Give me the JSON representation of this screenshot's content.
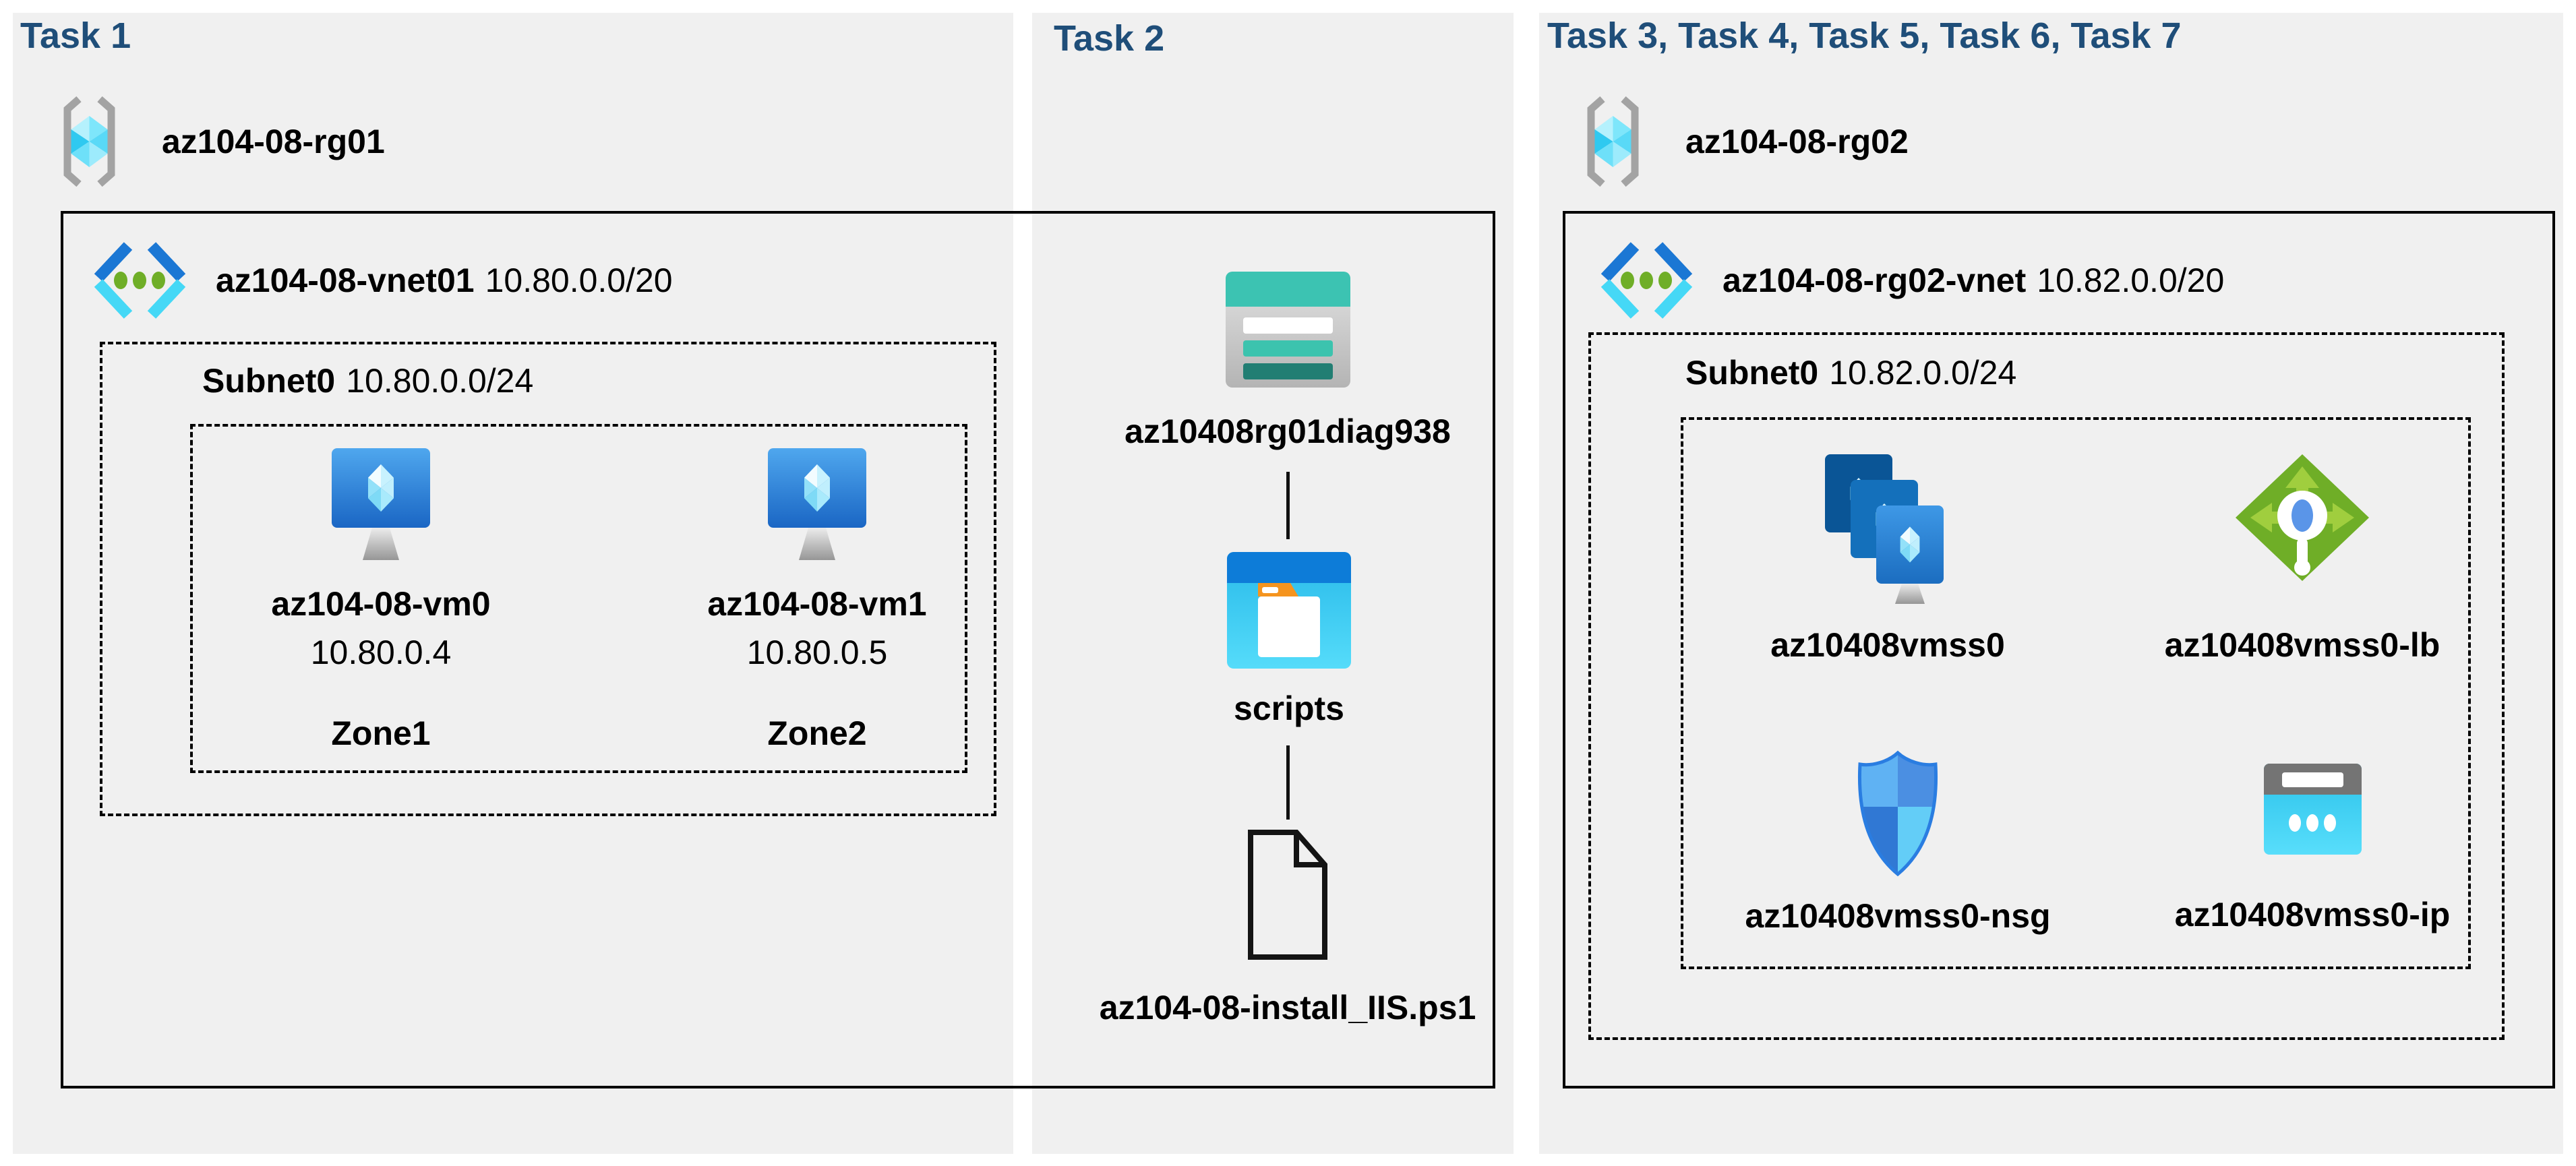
{
  "colors": {
    "title_navy": "#1f4e79",
    "panel_bg": "#f0f0f0",
    "outline_black": "#000000",
    "storage_teal": "#3cc3b2",
    "container_blue": "#0d7cd8",
    "lb_green": "#6fae27",
    "vm_blue": "#1a66c4",
    "ip_cyan": "#2ac1ea"
  },
  "panel1": {
    "title": "Task 1",
    "resource_group": {
      "name": "az104-08-rg01"
    },
    "vnet": {
      "name": "az104-08-vnet01",
      "cidr": "10.80.0.0/20"
    },
    "subnet": {
      "name": "Subnet0",
      "cidr": "10.80.0.0/24"
    },
    "vms": [
      {
        "name": "az104-08-vm0",
        "ip": "10.80.0.4",
        "zone": "Zone1"
      },
      {
        "name": "az104-08-vm1",
        "ip": "10.80.0.5",
        "zone": "Zone2"
      }
    ]
  },
  "panel2": {
    "title": "Task 2",
    "storage_account": {
      "name": "az10408rg01diag938"
    },
    "container": {
      "name": "scripts"
    },
    "script_file": {
      "name": "az104-08-install_IIS.ps1"
    }
  },
  "panel3": {
    "title": "Task 3, Task 4, Task 5, Task 6, Task 7",
    "resource_group": {
      "name": "az104-08-rg02"
    },
    "vnet": {
      "name": "az104-08-rg02-vnet",
      "cidr": "10.82.0.0/20"
    },
    "subnet": {
      "name": "Subnet0",
      "cidr": "10.82.0.0/24"
    },
    "vmss": {
      "name": "az10408vmss0"
    },
    "load_balancer": {
      "name": "az10408vmss0-lb"
    },
    "nsg": {
      "name": "az10408vmss0-nsg"
    },
    "public_ip": {
      "name": "az10408vmss0-ip"
    }
  }
}
